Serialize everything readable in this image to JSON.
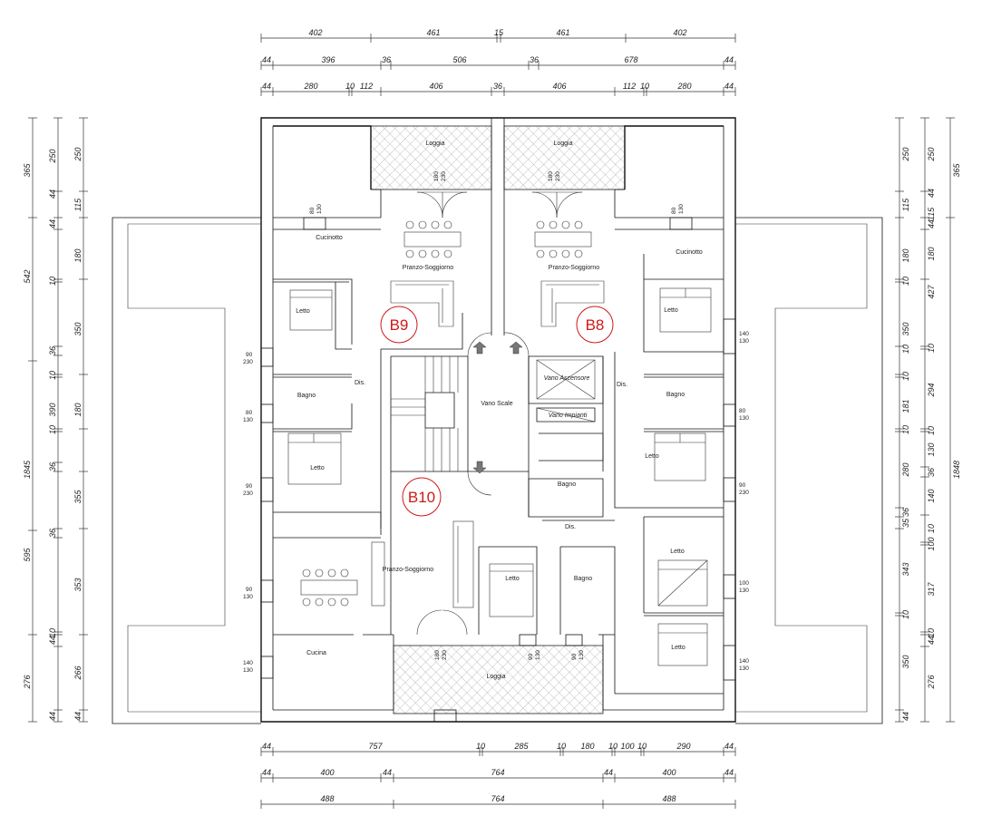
{
  "dims_top": {
    "row1": [
      "402",
      "461",
      "15",
      "461",
      "402"
    ],
    "row2": [
      "44",
      "396",
      "36",
      "506",
      "36",
      "678",
      "44"
    ],
    "row3": [
      "44",
      "280",
      "10",
      "112",
      "406",
      "36",
      "406",
      "112",
      "10",
      "280",
      "44"
    ]
  },
  "dims_bottom": {
    "row1": [
      "44",
      "757",
      "10",
      "285",
      "10",
      "180",
      "10",
      "100",
      "10",
      "290",
      "44"
    ],
    "row2": [
      "44",
      "400",
      "44",
      "764",
      "44",
      "400",
      "44"
    ],
    "row3": [
      "488",
      "764",
      "488"
    ]
  },
  "dims_left": {
    "outer": [
      "365",
      "542",
      "1845",
      "595",
      "276"
    ],
    "mid": [
      "250",
      "44",
      "44",
      "10",
      "36",
      "10",
      "10",
      "36",
      "36",
      "10",
      "44",
      "44"
    ],
    "inner": [
      "250",
      "115",
      "180",
      "350",
      "390",
      "180",
      "355",
      "353",
      "266",
      "44"
    ],
    "opening": [
      {
        "a": "90",
        "b": "230"
      },
      {
        "a": "80",
        "b": "130"
      },
      {
        "a": "90",
        "b": "230"
      },
      {
        "a": "90",
        "b": "130"
      },
      {
        "a": "140",
        "b": "130"
      }
    ]
  },
  "dims_right": {
    "outer": [
      "365",
      "1848"
    ],
    "mid": [
      "250",
      "44",
      "115",
      "44",
      "180",
      "427",
      "10",
      "294",
      "10",
      "130",
      "36",
      "140",
      "10",
      "100",
      "317",
      "10",
      "44",
      "276"
    ],
    "inner": [
      "250",
      "115",
      "180",
      "10",
      "350",
      "10",
      "10",
      "181",
      "10",
      "280",
      "36",
      "35",
      "343",
      "10",
      "350",
      "44"
    ],
    "opening": [
      {
        "a": "140",
        "b": "130"
      },
      {
        "a": "80",
        "b": "130"
      },
      {
        "a": "90",
        "b": "230"
      },
      {
        "a": "100",
        "b": "130"
      },
      {
        "a": "140",
        "b": "130"
      }
    ]
  },
  "units": {
    "b9": "B9",
    "b8": "B8",
    "b10": "B10"
  },
  "rooms": {
    "loggia_left": "Loggia",
    "loggia_right": "Loggia",
    "loggia_bottom": "Loggia",
    "cucinotto_left": "Cucinotto",
    "cucinotto_right": "Cucinotto",
    "pranzo_b9": "Pranzo-Soggiorno",
    "pranzo_b8": "Pranzo-Soggiorno",
    "pranzo_b10": "Pranzo-Soggiorno",
    "letto_b9_top": "Letto",
    "letto_b9_mid": "Letto",
    "letto_b8_top": "Letto",
    "letto_b8_mid": "Letto",
    "letto_b10_center": "Letto",
    "letto_b10_right_top": "Letto",
    "letto_b10_right_bottom": "Letto",
    "bagno_b9": "Bagno",
    "bagno_b8": "Bagno",
    "bagno_b10_a": "Bagno",
    "bagno_b10_b": "Bagno",
    "dis_b9": "Dis.",
    "dis_b8": "Dis.",
    "dis_b10": "Dis.",
    "vano_scale": "Vano Scale",
    "vano_ascensore": "Vano Ascensore",
    "vano_impianti": "Vano Impianti",
    "cucina_b10": "Cucina"
  },
  "door_marks": {
    "top_left": {
      "a": "180",
      "b": "230"
    },
    "top_right": {
      "a": "180",
      "b": "230"
    },
    "cuc_left": {
      "a": "80",
      "b": "130"
    },
    "cuc_right": {
      "a": "80",
      "b": "130"
    },
    "bot_a": {
      "a": "180",
      "b": "230"
    },
    "bot_b": {
      "a": "90",
      "b": "130"
    },
    "bot_c": {
      "a": "90",
      "b": "130"
    }
  }
}
